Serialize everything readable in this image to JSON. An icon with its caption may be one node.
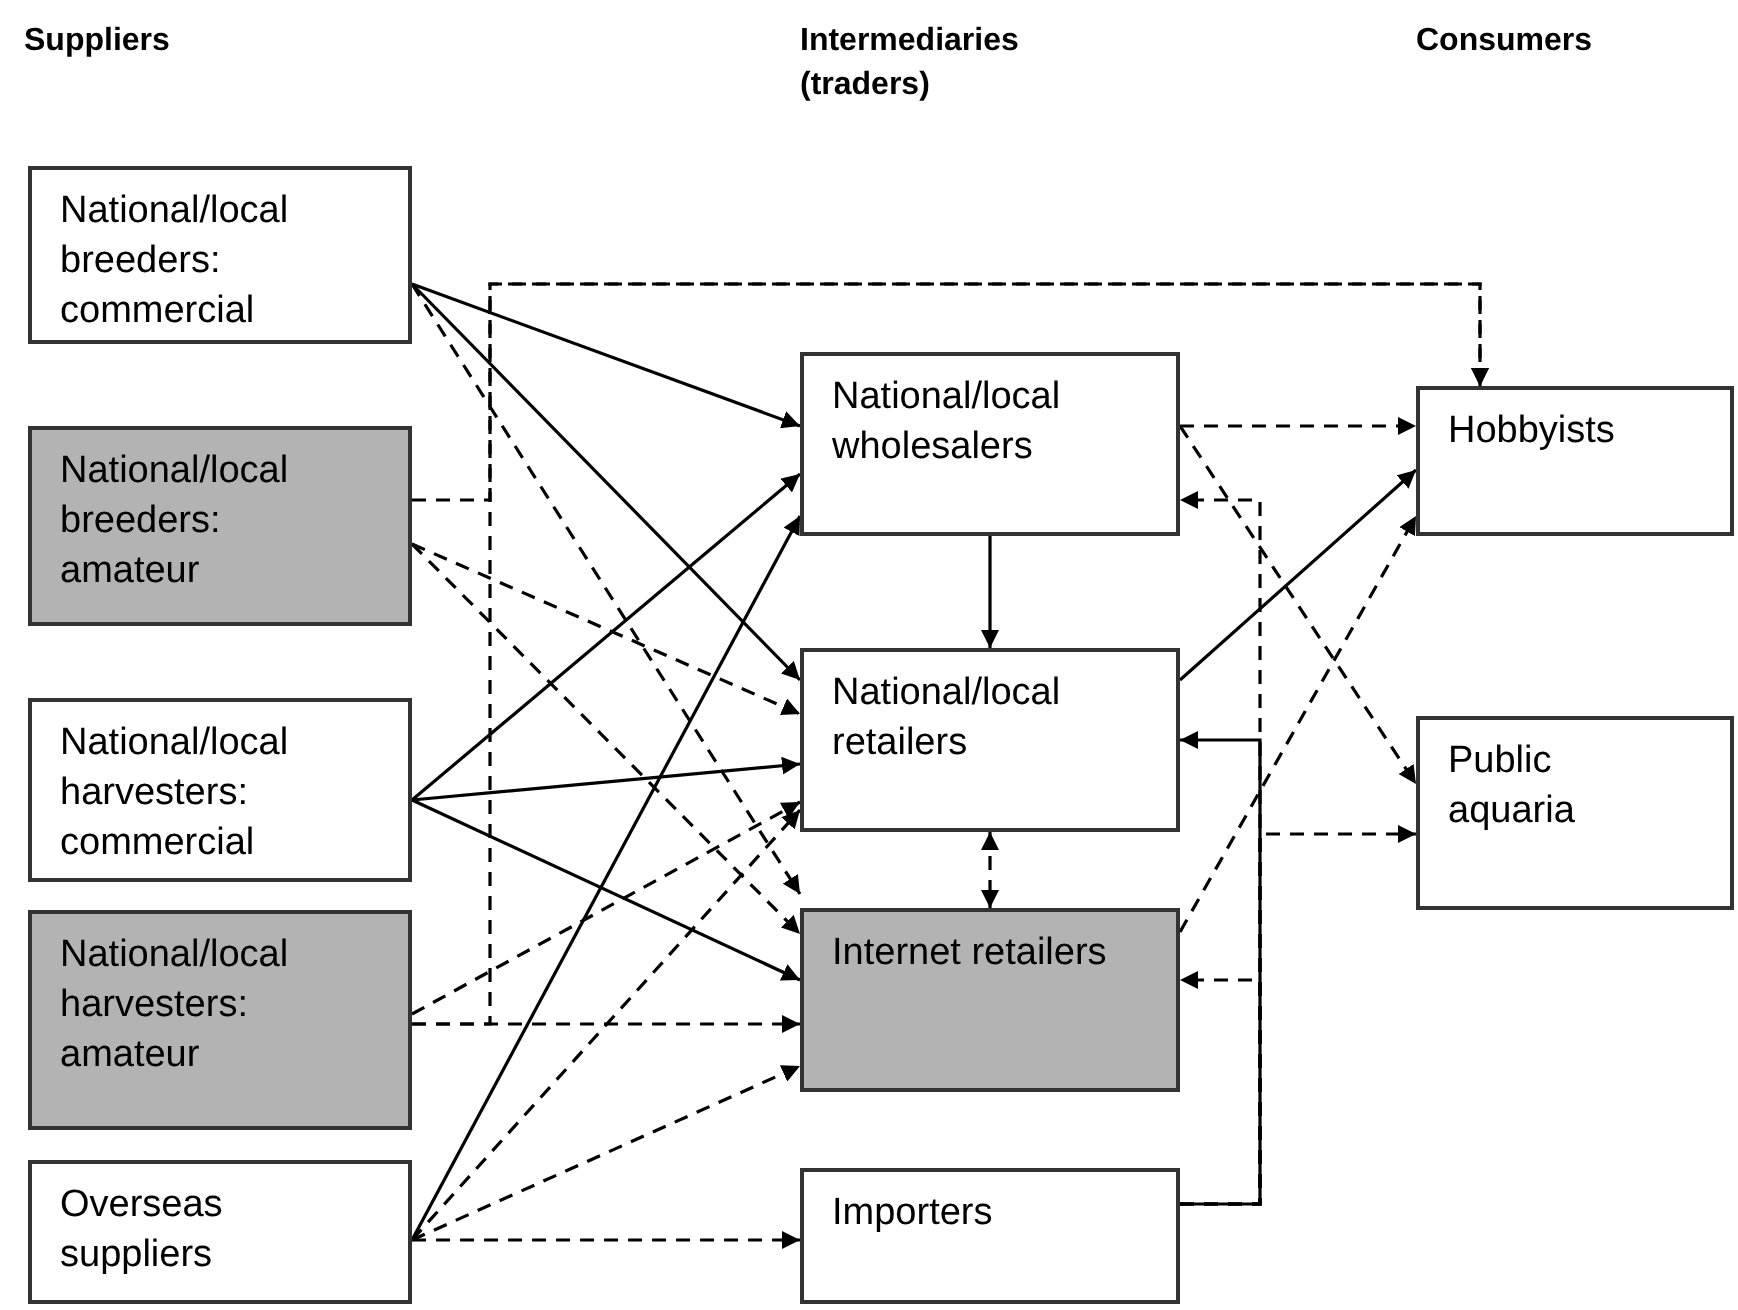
{
  "diagram": {
    "nodes": [
      {
        "text": [
          "National/local breeders: commercial"
        ]
      },
      {
        "text": [
          "National/local breeders: amateur"
        ]
      },
      {
        "text": [
          "National/local harvesters: commercial"
        ]
      },
      {
        "text": [
          "National/local harvesters: amateur"
        ]
      },
      {
        "text": [
          "Overseas suppliers"
        ]
      },
      {
        "text": [
          "National/local wholesalers"
        ]
      },
      {
        "text": [
          "National/local retailers"
        ]
      },
      {
        "text": [
          "Internet retailers"
        ]
      },
      {
        "text": [
          "Importers"
        ]
      },
      {
        "text": [
          "Hobbyists"
        ]
      },
      {
        "text": [
          "Public aquaria"
        ]
      }
    ],
    "edges": [
      {
        "from": 0,
        "to": 5,
        "arrow": "to"
      },
      {
        "from": 0,
        "to": 6,
        "arrow": "to"
      },
      {
        "from": 0,
        "to": 7,
        "arrow": "to",
        "style": "dashed"
      },
      {
        "from": 1,
        "to": 9,
        "arrow": "to",
        "style": "dashed"
      },
      {
        "from": 1,
        "to": 6,
        "arrow": "to",
        "style": "dashed"
      },
      {
        "from": 1,
        "to": 7,
        "arrow": "to",
        "style": "dashed"
      },
      {
        "from": 2,
        "to": 5,
        "arrow": "to"
      },
      {
        "from": 2,
        "to": 6,
        "arrow": "to"
      },
      {
        "from": 2,
        "to": 7,
        "arrow": "to"
      },
      {
        "from": 3,
        "to": 9,
        "arrow": "to",
        "style": "dashed"
      },
      {
        "from": 3,
        "to": 7,
        "arrow": "to",
        "style": "dashed"
      },
      {
        "from": 3,
        "to": 6,
        "arrow": "to",
        "style": "dashed"
      },
      {
        "from": 4,
        "to": 5,
        "arrow": "to"
      },
      {
        "from": 4,
        "to": 6,
        "arrow": "to",
        "style": "dashed"
      },
      {
        "from": 4,
        "to": 7,
        "arrow": "to",
        "style": "dashed"
      },
      {
        "from": 4,
        "to": 8,
        "arrow": "to",
        "style": "dashed"
      },
      {
        "from": 5,
        "to": 6,
        "arrow": "to"
      },
      {
        "from": 6,
        "to": 7,
        "arrow": "both",
        "style": "dashed"
      },
      {
        "from": 5,
        "to": 9,
        "arrow": "to",
        "style": "dashed"
      },
      {
        "from": 5,
        "to": 10,
        "arrow": "to",
        "style": "dashed"
      },
      {
        "from": 6,
        "to": 9,
        "arrow": "to"
      },
      {
        "from": 7,
        "to": 9,
        "arrow": "to",
        "style": "dashed"
      },
      {
        "from": 8,
        "to": 6,
        "arrow": "to"
      },
      {
        "from": 8,
        "to": 5,
        "arrow": "to",
        "style": "dashed"
      },
      {
        "from": 8,
        "to": 7,
        "arrow": "to",
        "style": "dashed"
      },
      {
        "from": 8,
        "to": 10,
        "arrow": "to",
        "style": "dashed"
      }
    ],
    "labels": [
      "Suppliers",
      "Intermediaries (traders)",
      "Consumers"
    ]
  }
}
